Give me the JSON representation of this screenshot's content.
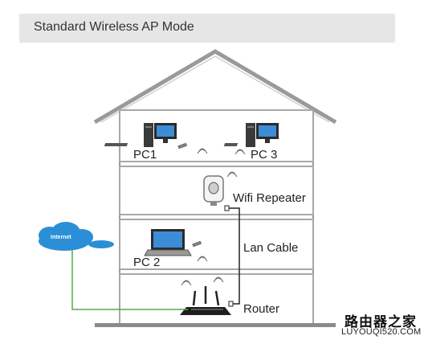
{
  "header": {
    "title": "Standard Wireless AP Mode"
  },
  "labels": {
    "pc1": "PC1",
    "pc3": "PC 3",
    "wifi_repeater": "Wifi Repeater",
    "pc2": "PC 2",
    "lan_cable": "Lan Cable",
    "router": "Router",
    "internet": "Internet"
  },
  "watermark": {
    "main": "路由器之家",
    "sub": "LUYOUQI520.COM"
  },
  "colors": {
    "house_line": "#9a9a9a",
    "cloud": "#2a8fd6",
    "internet_line": "#59a84e",
    "cable": "#222222"
  }
}
